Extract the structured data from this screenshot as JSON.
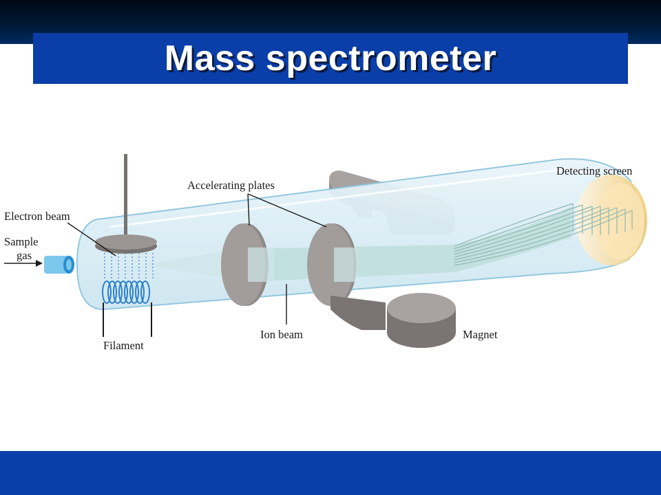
{
  "slide": {
    "title": "Mass spectrometer"
  },
  "diagram": {
    "labels": {
      "detecting_screen": "Detecting screen",
      "accelerating_plates": "Accelerating plates",
      "electron_beam": "Electron beam",
      "sample": "Sample",
      "gas": "gas",
      "filament": "Filament",
      "ion_beam": "Ion beam",
      "magnet": "Magnet"
    },
    "colors": {
      "tube": "#dff0f7",
      "tube_outline": "#8ec5dd",
      "metal": "#8f8a88",
      "metal_dark": "#6e6967",
      "screen": "#f3d9a0",
      "beam": "#b8dcd6"
    }
  }
}
